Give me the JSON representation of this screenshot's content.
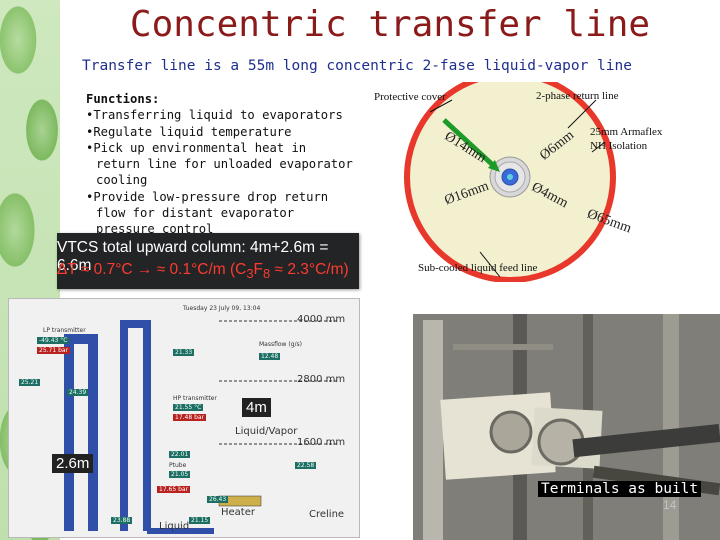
{
  "slide": {
    "title": "Concentric transfer line",
    "subtitle": "Transfer line is a 55m long concentric 2-fase liquid-vapor line",
    "page_number": "14"
  },
  "functions": {
    "heading": "Functions:",
    "items": [
      "Transferring liquid to evaporators",
      "Regulate liquid temperature",
      "Pick up environmental heat in return line for unloaded evaporator cooling",
      "Provide low-pressure drop return flow for distant evaporator pressure control"
    ]
  },
  "vtcs": {
    "line1": "VTCS total upward column: 4m+2.6m = 6.6m",
    "line2_prefix": "ΔT ≈ 0.7°C  → ≈ 0.1°C/m (C",
    "line2_sub1": "3",
    "line2_mid": "F",
    "line2_sub2": "8",
    "line2_suffix": " ≈ 2.3°C/m)"
  },
  "cross_section": {
    "protective_cover": "Protective cover",
    "return_line": "2-phase return line",
    "insulation_line1": "25mm Armaflex",
    "insulation_line2": "NH Isolation",
    "feed_line": "Sub-cooled liquid feed line",
    "dims": {
      "d14": "Ø14mm",
      "d6": "Ø6mm",
      "d16": "Ø16mm",
      "d4": "Ø4mm",
      "d65": "Ø65mm"
    },
    "colors": {
      "outer_ring": "#e8382c",
      "insulation": "#f3f0cf",
      "return_tube": "#d8d8d8",
      "feed_tube": "#3a6ad8",
      "arrow": "#1d9a27"
    }
  },
  "scada": {
    "timestamp": "Tuesday 23 July 09, 13:04",
    "levels": {
      "l4000": "4000 mm",
      "l2800": "2800 mm",
      "l1600": "1600 mm"
    },
    "labels": {
      "lp_transmitter": "LP transmitter",
      "massflow": "Massflow (g/s)",
      "liquid_vapor": "Liquid/Vapor",
      "heater": "Heater",
      "liquid": "Liquid",
      "creline": "Creline",
      "ptube": "Ptube",
      "hp_transmitter": "HP transmitter"
    },
    "readings": {
      "r1": "-49.43 °C",
      "r2": "25.71 bar",
      "r3": "21.33",
      "r4": "12.48",
      "r5": "25.21",
      "r6": "24.39",
      "r7": "21.55 °C",
      "r8": "17.48 bar",
      "r9": "22.01",
      "r10": "22.58",
      "r11": "21.05",
      "r12": "17.65 bar",
      "r13": "26.43",
      "r14": "23.88",
      "r15": "21.15"
    },
    "tag_4m": "4m",
    "tag_26m": "2.6m"
  },
  "photo": {
    "caption": "Terminals as built"
  }
}
